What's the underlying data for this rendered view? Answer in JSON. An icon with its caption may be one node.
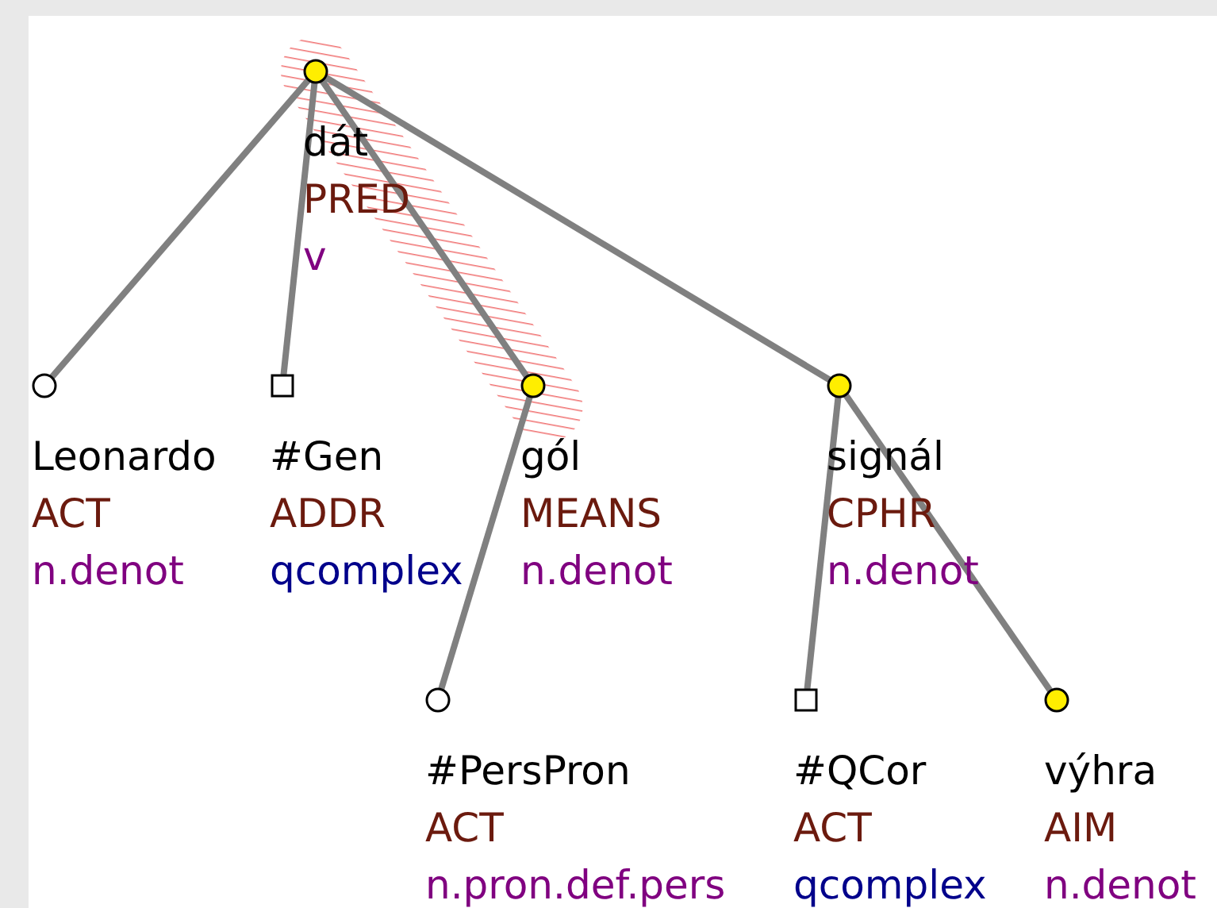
{
  "diagram": {
    "nodes": [
      {
        "text": [],
        "shape": "circle",
        "beside": [
          "dát",
          "PRED",
          "v"
        ]
      },
      {
        "text": [],
        "shape": "circle",
        "beside": [
          "Leonardo",
          "ACT",
          "n.denot"
        ]
      },
      {
        "text": [],
        "shape": "box",
        "beside": [
          "#Gen",
          "ADDR",
          "qcomplex"
        ]
      },
      {
        "text": [],
        "shape": "circle",
        "beside": [
          "gól",
          "MEANS",
          "n.denot"
        ]
      },
      {
        "text": [],
        "shape": "circle",
        "beside": [
          "signál",
          "CPHR",
          "n.denot"
        ]
      },
      {
        "text": [],
        "shape": "circle",
        "beside": [
          "#PersPron",
          "ACT",
          "n.pron.def.pers"
        ]
      },
      {
        "text": [],
        "shape": "box",
        "beside": [
          "#QCor",
          "ACT",
          "qcomplex"
        ]
      },
      {
        "text": [],
        "shape": "circle",
        "beside": [
          "výhra",
          "AIM",
          "n.denot"
        ]
      }
    ],
    "edges": [
      {
        "from": 0,
        "to": 1,
        "arrow": "none"
      },
      {
        "from": 0,
        "to": 2,
        "arrow": "none"
      },
      {
        "from": 0,
        "to": 3,
        "arrow": "none"
      },
      {
        "from": 0,
        "to": 4,
        "arrow": "none"
      },
      {
        "from": 3,
        "to": 5,
        "arrow": "none"
      },
      {
        "from": 4,
        "to": 6,
        "arrow": "none"
      },
      {
        "from": 4,
        "to": 7,
        "arrow": "none"
      }
    ]
  }
}
